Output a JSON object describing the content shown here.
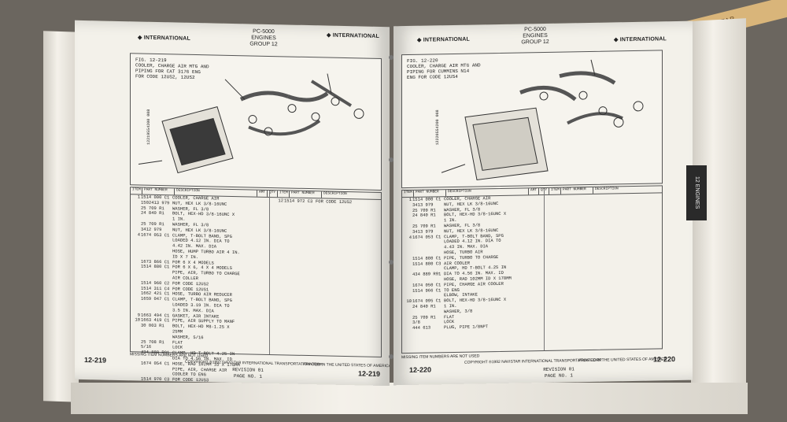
{
  "left_page": {
    "brand": "INTERNATIONAL",
    "header_model": [
      "PC-5000",
      "ENGINES",
      "GROUP 12"
    ],
    "fig": "FIG. 12-219",
    "title_lines": [
      "COOLER, CHARGE AIR MTG AND",
      "PIPING FOR CAT 3176 ENG",
      "FOR CODE 12US2, 12US2"
    ],
    "side_code": "12219554200 008",
    "columns": [
      "ITEM",
      "PART NUMBER",
      "DESCRIPTION",
      "AMT",
      "QTY",
      "ITEM",
      "PART NUMBER",
      "DESCRIPTION"
    ],
    "rows": [
      [
        "1",
        "1514 000 C1",
        "COOLER, CHARGE AIR"
      ],
      [
        "",
        "1502413 979",
        "NUT, HEX LK 3/8-16UNC"
      ],
      [
        "",
        "25 709 R1",
        "WASHER, FL 3/8"
      ],
      [
        "",
        "24 840 R1",
        "BOLT, HEX-HD 3/8-16UNC X"
      ],
      [
        "",
        "",
        "1 IN."
      ],
      [
        "",
        "25 709 R1",
        "WASHER, FL 3/8"
      ],
      [
        "",
        "3412 979",
        "NUT, HEX LK 3/8-16UNC"
      ],
      [
        "4",
        "1674 053 C1",
        "CLAMP, T-BOLT BAND, SPG"
      ],
      [
        "",
        "",
        "LOADED 4.12 IN. DIA TO"
      ],
      [
        "",
        "",
        "4.42 IN. MAX. DIA"
      ],
      [
        "",
        "",
        "HOSE, HUMP TURBO AIR 4 IN."
      ],
      [
        "",
        "",
        "ID X 7 IN."
      ],
      [
        "",
        "1673 866 C1",
        "FOR 6 X 4 MODELS"
      ],
      [
        "",
        "1514 880 C1",
        "FOR 6 X 6, 4 X 4 MODELS"
      ],
      [
        "",
        "",
        "PIPE, AIR, TURBO TO CHARGE"
      ],
      [
        "",
        "",
        "AIR COLLER"
      ],
      [
        "",
        "1514 960 C2",
        "FOR CODE 12US2"
      ],
      [
        "",
        "1514 311 C4",
        "FOR CODE 12US1"
      ],
      [
        "",
        "1662 421 C1",
        "HOSE, TURBO AIR REDUCER"
      ],
      [
        "",
        "1659 047 C1",
        "CLAMP, T-BOLT BAND, SPG"
      ],
      [
        "",
        "",
        "LOADED 3.19 IN. DIA TO"
      ],
      [
        "",
        "",
        "3.5 IN. MAX. DIA"
      ],
      [
        "9",
        "1663 494 C1",
        "GASKET, AIR INTAKE"
      ],
      [
        "10",
        "1663 419 C1",
        "PIPE, AIR SUPPLY TO MANF"
      ],
      [
        "",
        "30 003 R1",
        "BOLT, HEX-HD M8-1.25 X"
      ],
      [
        "",
        "",
        "25MM"
      ],
      [
        "",
        "",
        "WASHER, 5/16"
      ],
      [
        "",
        "25 708 R1",
        "FLAT"
      ],
      [
        "",
        "5/16",
        "LOCK"
      ],
      [
        "",
        "434 888 R91",
        "CLAMP, HD T-BOLT 4.25 IN"
      ],
      [
        "",
        "",
        "DIA TO 4.56 IN. MAX. ID"
      ],
      [
        "",
        "1674 054 C1",
        "HOSE, RAD 102MM ID X 178MM"
      ],
      [
        "",
        "",
        "PIPE, AIR, CHARGE AIR"
      ],
      [
        "",
        "",
        "COOLER TO ENG"
      ],
      [
        "",
        "1514 970 C3",
        "FOR CODE 12US3"
      ]
    ],
    "right_col_row": [
      "12",
      "1514 972 C3",
      "FOR CODE 12US2"
    ],
    "footer_missing": "MISSING ITEM NUMBERS ARE NOT USED",
    "footer_copyright": "COPYRIGHT ®1992 NAVISTAR INTERNATIONAL TRANSPORTATION CORP.",
    "footer_printed": "PRINTED IN THE UNITED STATES OF AMERICA",
    "page_number": "12-219",
    "page_number_right": "12-219",
    "revision": "REVISION 01",
    "page_no": "PAGE NO. 1"
  },
  "right_page": {
    "brand": "INTERNATIONAL",
    "header_model": [
      "PC-5000",
      "ENGINES",
      "GROUP 12"
    ],
    "fig": "FIG. 12-220",
    "title_lines": [
      "COOLER, CHARGE AIR MTG AND",
      "PIPING FOR CUMMINS N14",
      "ENG FOR CODE 12US4"
    ],
    "side_code": "12220554200 008",
    "columns": [
      "ITEM",
      "PART NUMBER",
      "DESCRIPTION",
      "AMT",
      "QTY",
      "ITEM",
      "PART NUMBER",
      "DESCRIPTION"
    ],
    "rows": [
      [
        "1",
        "1514 000 C1",
        "COOLER, CHARGE AIR"
      ],
      [
        "",
        "3413 979",
        "NUT, HEX LK 3/8-16UNC"
      ],
      [
        "",
        "25 709 R1",
        "WASHER, FL 3/8"
      ],
      [
        "",
        "24 840 R1",
        "BOLT, HEX-HD 3/8-16UNC X"
      ],
      [
        "",
        "",
        "1 IN."
      ],
      [
        "",
        "25 709 R1",
        "WASHER, FL 3/8"
      ],
      [
        "",
        "3413 979",
        "NUT, HEX LK 3/8-16UNC"
      ],
      [
        "4",
        "1674 053 C1",
        "CLAMP, T-BOLT BAND, SPG"
      ],
      [
        "",
        "",
        "LOADED 4.12 IN. DIA TO"
      ],
      [
        "",
        "",
        "4.43 IN. MAX. DIA"
      ],
      [
        "",
        "",
        "HOSE, TURBO AIR"
      ],
      [
        "",
        "1514 880 C1",
        "PIPE, TURBO TO CHARGE"
      ],
      [
        "",
        "1514 880 C3",
        "AIR COOLER"
      ],
      [
        "",
        "",
        "CLAMP, HD T-BOLT 4.25 IN"
      ],
      [
        "",
        "434 889 R91",
        "DIA TO 4.56 IN. MAX. ID"
      ],
      [
        "",
        "",
        "HOSE, RAD 102MM ID X 178MM"
      ],
      [
        "",
        "1674 050 C1",
        "PIPE, CHARGE AIR COOLER"
      ],
      [
        "",
        "1514 966 C1",
        "TO ENG"
      ],
      [
        "",
        "",
        "ELBOW, INTAKE"
      ],
      [
        "10",
        "1674 095 C1",
        "BOLT, HEX-HD 3/8-16UNC X"
      ],
      [
        "",
        "24 840 R1",
        "1 IN."
      ],
      [
        "",
        "",
        "WASHER, 3/8"
      ],
      [
        "",
        "25 709 R1",
        "FLAT"
      ],
      [
        "",
        "3/8",
        "LOCK"
      ],
      [
        "",
        "444 613",
        "PLUG, PIPE 1/8NPT"
      ]
    ],
    "footer_missing": "MISSING ITEM NUMBERS ARE NOT USED",
    "footer_copyright": "COPYRIGHT ®1992 NAVISTAR INTERNATIONAL TRANSPORTATION CORP.",
    "footer_printed": "PRINTED IN THE UNITED STATES OF AMERICA",
    "page_number": "12-220",
    "page_number_right": "12-220",
    "revision": "REVISION 01",
    "page_no": "PAGE NO. 1"
  },
  "tab_label": "12 ENGINES",
  "ruler_text": "RAYSTAR"
}
